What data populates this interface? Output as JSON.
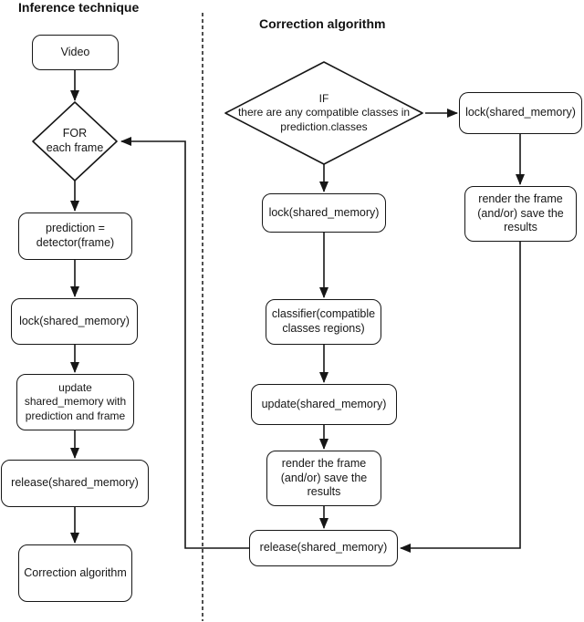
{
  "colors": {
    "background": "#ffffff",
    "stroke": "#161616",
    "text": "#161616"
  },
  "sections": {
    "inference": {
      "title": "Inference technique",
      "nodes": {
        "video": "Video",
        "for_loop": "FOR\neach frame",
        "prediction": "prediction =\ndetector(frame)",
        "lock": "lock(shared_memory)",
        "update": "update\nshared_memory with\nprediction and frame",
        "release": "release(shared_memory)",
        "correction": "Correction algorithm"
      }
    },
    "correction": {
      "title": "Correction algorithm",
      "nodes": {
        "if_condition": "IF\nthere are any compatible classes in\nprediction.classes",
        "lock_main": "lock(shared_memory)",
        "classifier": "classifier(compatible\nclasses regions)",
        "update": "update(shared_memory)",
        "render_main": "render the frame\n(and/or) save the\nresults",
        "release": "release(shared_memory)",
        "lock_alt": "lock(shared_memory)",
        "render_alt": "render the frame\n(and/or) save the\nresults"
      }
    }
  },
  "edges": [
    {
      "from": "inference.video",
      "to": "inference.for_loop"
    },
    {
      "from": "inference.for_loop",
      "to": "inference.prediction"
    },
    {
      "from": "inference.prediction",
      "to": "inference.lock"
    },
    {
      "from": "inference.lock",
      "to": "inference.update"
    },
    {
      "from": "inference.update",
      "to": "inference.release"
    },
    {
      "from": "inference.release",
      "to": "inference.correction"
    },
    {
      "from": "correction.if_condition",
      "to": "correction.lock_main"
    },
    {
      "from": "correction.if_condition",
      "to": "correction.lock_alt"
    },
    {
      "from": "correction.lock_main",
      "to": "correction.classifier"
    },
    {
      "from": "correction.classifier",
      "to": "correction.update"
    },
    {
      "from": "correction.update",
      "to": "correction.render_main"
    },
    {
      "from": "correction.render_main",
      "to": "correction.release"
    },
    {
      "from": "correction.lock_alt",
      "to": "correction.render_alt"
    },
    {
      "from": "correction.render_alt",
      "to": "correction.release"
    },
    {
      "from": "correction.release",
      "to": "inference.for_loop"
    }
  ]
}
